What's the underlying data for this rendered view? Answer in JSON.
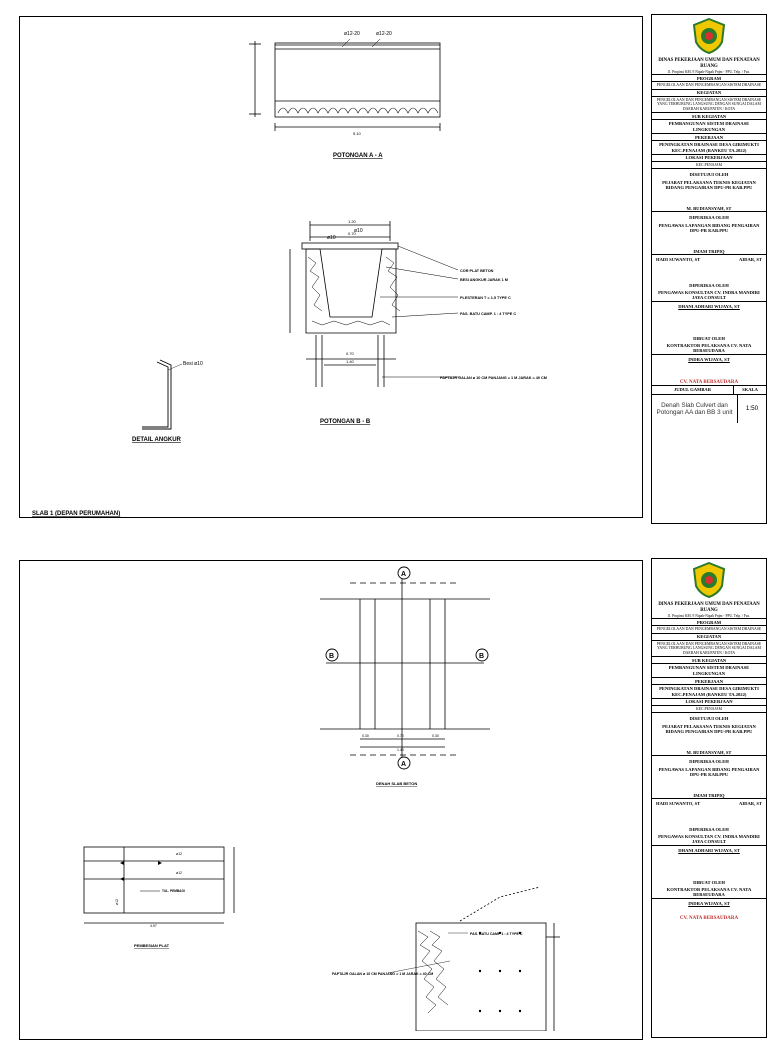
{
  "titleblock": {
    "org_name": "DINAS PEKERJAAN UMUM DAN PENATAAN RUANG",
    "org_address": "Jl. Propinsi KM. 9 Nipah-Nipah Pnjm - PPU. Telp. / Fax.",
    "label_program": "PROGRAM",
    "program_text": "PENGELOLAAN DAN PENGEMBANGAN SISTEM DRAINASE",
    "label_kegiatan": "KEGIATAN",
    "kegiatan_text": "PENGELOLAAN DAN PENGEMBANGAN SISTEM DRAINASE YANG TERHUBUNG LANGSUNG DENGAN SUNGAI DALAM DAERAH KABUPATEN / KOTA",
    "label_subkegiatan": "SUB KEGIATAN",
    "subkegiatan_text": "PEMBANGUNAN SISTEM DRAINASE LINGKUNGAN",
    "label_pekerjaan": "PEKERJAAN",
    "pekerjaan_text": "PENINGKATAN DRAINASE DESA GIRIMUKTI KEC.PENAJAM (BANKEU TA.2022)",
    "label_lokasi": "LOKASI PEKERJAAN",
    "lokasi_text": "KEC.PENAJAM",
    "label_disetujui": "DISETUJUI OLEH",
    "disetujui_text": "PEJABAT PELAKSANA TEKNIS KEGIATAN BIDANG PENGAIRAN DPU-PR KAB.PPU",
    "name1": "M. BUDIANSYAH, ST",
    "label_diperiksa1": "DIPERIKSA OLEH",
    "diperiksa1_text": "PENGAWAS LAPANGAN BIDANG PENGAIRAN DPU-PR KAB.PPU",
    "name2": "IMAM TRIPIQ",
    "name3a": "HADI SUWANTO, ST",
    "name3b": "AIDAR, ST",
    "label_diperiksa2": "DIPERIKSA OLEH",
    "diperiksa2_text": "PENGAWAS KONSULTAN CV. INDRA MANDIRI JAYA CONSULT",
    "name4": "DHANI ADHARI WIJAYA, ST",
    "label_dibuat": "DIBUAT OLEH",
    "dibuat_text": "KONTRAKTOR PELAKSANA CV. NATA BERSEUDARA",
    "name5": "INDRA WIJAYA, ST",
    "company": "CV. NATA BERSAUDARA",
    "label_judul": "JUDUL GAMBAR",
    "label_skala": "SKALA",
    "judul_value": "Denah Slab Culvert dan Potongan AA dan BB 3 unit",
    "skala_value": "1:50"
  },
  "sheet1": {
    "potongan_aa": "POTONGAN A - A",
    "potongan_bb": "POTONGAN B - B",
    "detail_angkur": "DETAIL ANGKUR",
    "besi_label": "Besi ø10",
    "slab_title": "SLAB 1 (DEPAN PERUMAHAN)",
    "bar1": "ø12-20",
    "bar2": "ø12-20",
    "bar_b1": "ø10",
    "bar_b2": "ø10",
    "dim_510": "5.10",
    "dim_120": "1.20",
    "dim_070": "0.70",
    "dim_070b": "0.70",
    "dim_140": "1.40",
    "note1": "COR PLAT BETON",
    "note2": "BESI ANGKUR JARAK 1 M",
    "note3": "PLESTERAN T = 1.5 TYPE C",
    "note4": "PAS. BATU CAMP. 1 : 4 TYPE C",
    "note5": "PAPTAJR GALAN ø 10 CM PANJANG = 1 M JARAK = 40 CM"
  },
  "sheet2": {
    "denah_slab": "DENAH SLAB BETON",
    "pembesian": "PEMBESIAN PLAT",
    "tul": "TUL. PEMBAGI",
    "note_pas": "PAS. BATU CAMP 1 : 4 TYPE C",
    "note_pap": "PAPTAJR GALAN ø 10 CM PANJANG = 1 M JARAK = 40 CM",
    "markA": "A",
    "markB": "B",
    "dim_030": "0.30",
    "dim_070": "0.70",
    "dim_030b": "0.30",
    "dim_140": "1.40",
    "bar1": "ø12",
    "bar2": "ø12",
    "bar3": "ø12",
    "dim_bot": "4.97"
  }
}
